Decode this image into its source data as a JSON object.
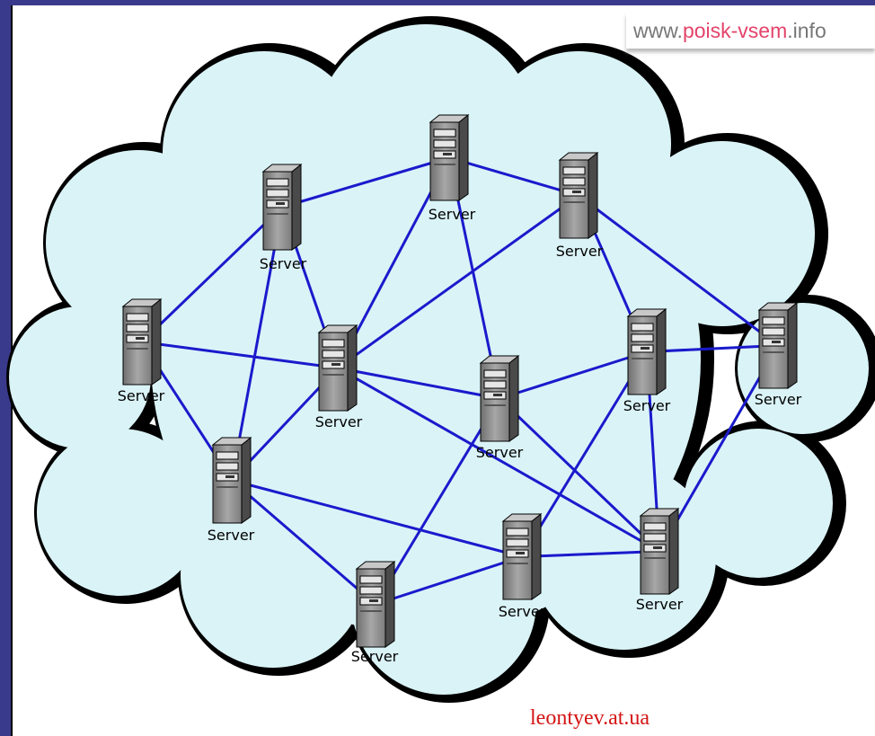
{
  "watermark": {
    "prefix": "www.",
    "highlight": "poisk-vsem",
    "suffix": ".info"
  },
  "credit": "leontyev.at.ua",
  "colors": {
    "cloud_fill": "#daf3f7",
    "cloud_outline": "#000000",
    "link": "#1a1acc",
    "tower": "#8a8a8a"
  },
  "servers": [
    {
      "id": "s1",
      "label": "Server"
    },
    {
      "id": "s2",
      "label": "Server"
    },
    {
      "id": "s3",
      "label": "Server"
    },
    {
      "id": "s4",
      "label": "Server"
    },
    {
      "id": "s5",
      "label": "Server"
    },
    {
      "id": "s6",
      "label": "Server"
    },
    {
      "id": "s7",
      "label": "Server"
    },
    {
      "id": "s8",
      "label": "Server"
    },
    {
      "id": "s9",
      "label": "Server"
    },
    {
      "id": "s10",
      "label": "Server"
    },
    {
      "id": "s11",
      "label": "Server"
    },
    {
      "id": "s12",
      "label": "Server"
    },
    {
      "id": "s13",
      "label": "Server"
    }
  ],
  "links": [
    [
      "s1",
      "s2"
    ],
    [
      "s1",
      "s6"
    ],
    [
      "s1",
      "s7"
    ],
    [
      "s2",
      "s3"
    ],
    [
      "s2",
      "s6"
    ],
    [
      "s2",
      "s7"
    ],
    [
      "s3",
      "s4"
    ],
    [
      "s3",
      "s6"
    ],
    [
      "s3",
      "s9"
    ],
    [
      "s4",
      "s6"
    ],
    [
      "s4",
      "s8"
    ],
    [
      "s4",
      "s10"
    ],
    [
      "s6",
      "s7"
    ],
    [
      "s6",
      "s9"
    ],
    [
      "s6",
      "s12"
    ],
    [
      "s7",
      "s11"
    ],
    [
      "s7",
      "s13"
    ],
    [
      "s9",
      "s8"
    ],
    [
      "s9",
      "s12"
    ],
    [
      "s9",
      "s11"
    ],
    [
      "s8",
      "s10"
    ],
    [
      "s8",
      "s12"
    ],
    [
      "s8",
      "s13"
    ],
    [
      "s10",
      "s12"
    ],
    [
      "s11",
      "s13"
    ],
    [
      "s13",
      "s12"
    ]
  ]
}
